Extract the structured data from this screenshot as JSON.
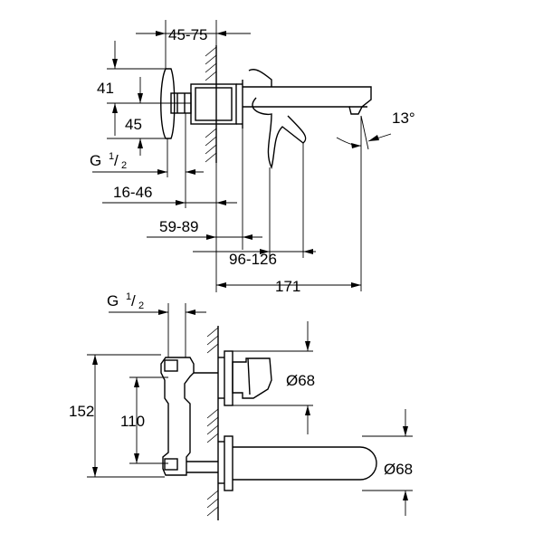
{
  "top_view": {
    "dim_reach_body": "45-75",
    "dim_height_upper": "41",
    "dim_height_lower": "45",
    "thread_label_main": "G",
    "thread_label_super": "1",
    "thread_label_sub": "2",
    "dim_depth_small": "16-46",
    "dim_depth_medium": "59-89",
    "dim_lever": "96-126",
    "dim_total_reach": "171",
    "angle": "13°"
  },
  "front_view": {
    "thread_label_main": "G",
    "thread_label_super": "1",
    "thread_label_sub": "2",
    "dim_total_height": "152",
    "dim_center_spacing": "110",
    "rosette_upper": "Ø68",
    "rosette_lower": "Ø68"
  }
}
